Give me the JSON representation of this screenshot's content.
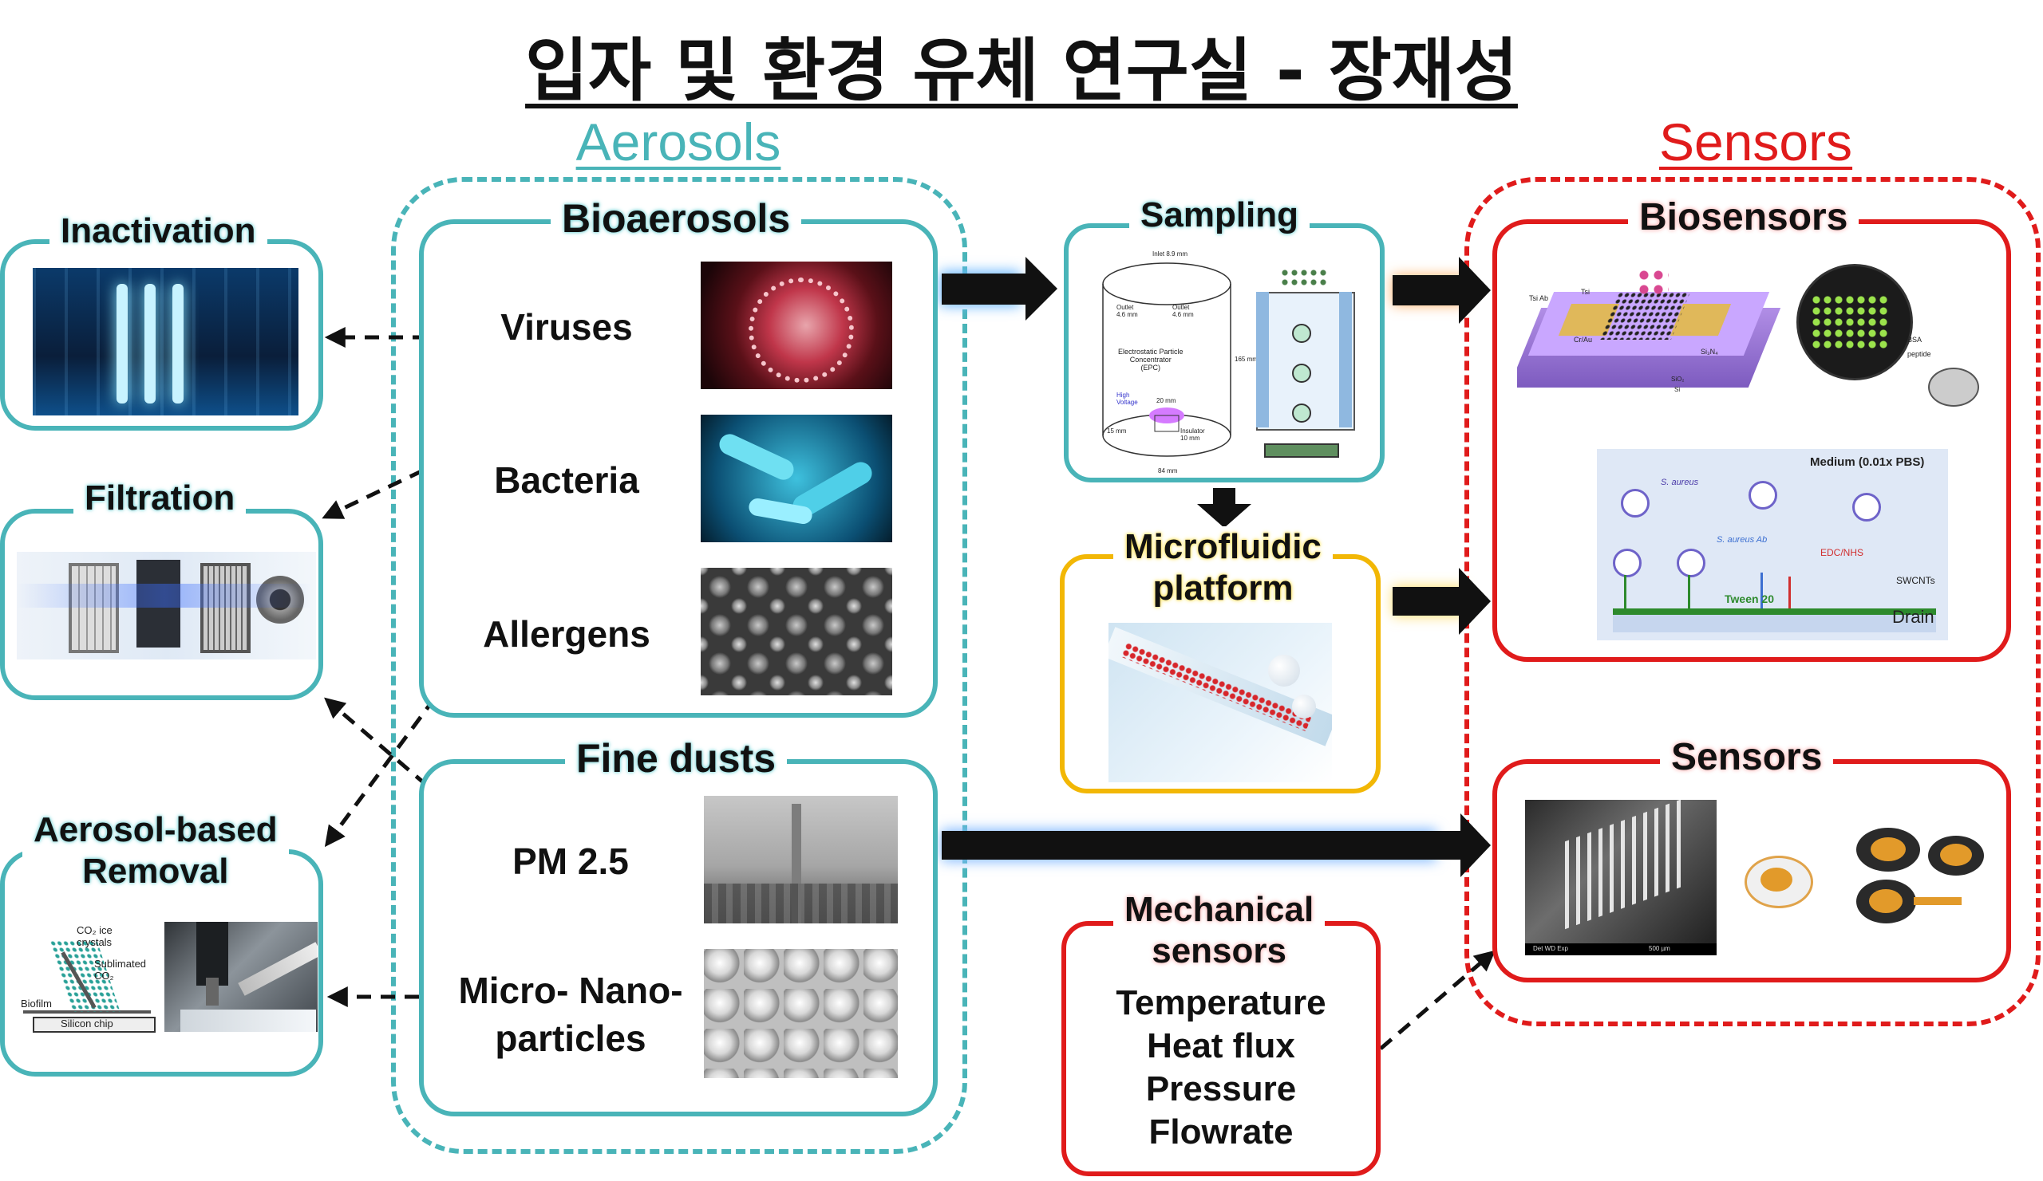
{
  "title": "입자 및 환경 유체 연구실 - 장재성",
  "aerosols": {
    "heading": "Aerosols",
    "bioaerosols": {
      "label": "Bioaerosols",
      "items": [
        "Viruses",
        "Bacteria",
        "Allergens"
      ]
    },
    "fine_dusts": {
      "label": "Fine dusts",
      "items": [
        "PM 2.5",
        "Micro- Nano-\nparticles"
      ]
    }
  },
  "control": {
    "inactivation": "Inactivation",
    "filtration": "Filtration",
    "removal": "Aerosol-based\nRemoval",
    "removal_figure": {
      "co2_ice": "CO₂ ice\ncrystals",
      "sublimated": "Sublimated\nCO₂",
      "biofilm": "Biofilm",
      "chip": "Silicon chip"
    }
  },
  "middle": {
    "sampling": "Sampling",
    "sampling_figure": {
      "inlet": "Inlet 8.9 mm",
      "outlet_left": "Outlet\n4.6 mm",
      "outlet_right": "Outlet\n4.6 mm",
      "concentrator": "Electrostatic Particle\nConcentrator\n(EPC)",
      "high_voltage": "High\nVoltage",
      "d20": "20 mm",
      "d15": "15 mm",
      "insulator": "Insulator\n10 mm",
      "h165": "165 mm",
      "w84": "84 mm"
    },
    "microfluidic": "Microfluidic\nplatform",
    "mechanical": {
      "label": "Mechanical\nsensors",
      "items": [
        "Temperature",
        "Heat flux",
        "Pressure",
        "Flowrate"
      ]
    }
  },
  "sensors": {
    "heading": "Sensors",
    "biosensors": "Biosensors",
    "sensors_box": "Sensors",
    "biosensor_figure": {
      "tsi_ab": "Tsi Ab",
      "tsi": "Tsi",
      "cr_au": "Cr/Au",
      "si3n4": "Si₃N₄",
      "sio2": "SiO₂",
      "si": "Si",
      "bsa": "BSA",
      "peptide": "peptide",
      "medium": "Medium (0.01x PBS)",
      "s_aureus": "S. aureus",
      "s_aureus_ab": "S. aureus Ab",
      "edc_nhs": "EDC/NHS",
      "swcnts": "SWCNTs",
      "tween": "Tween 20",
      "drain": "Drain"
    },
    "sem_footer": "Det  WD  Exp",
    "sem_scale": "500 µm"
  }
}
